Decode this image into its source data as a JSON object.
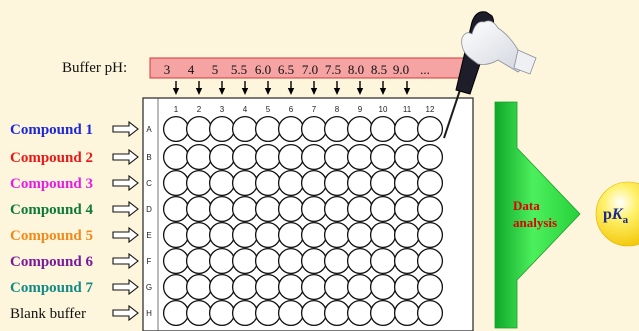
{
  "buffer_label": "Buffer pH:",
  "ph_values": [
    "3",
    "4",
    "5",
    "5.5",
    "6.0",
    "6.5",
    "7.0",
    "7.5",
    "8.0",
    "8.5",
    "9.0",
    "..."
  ],
  "column_numbers": [
    "1",
    "2",
    "3",
    "4",
    "5",
    "6",
    "7",
    "8",
    "9",
    "10",
    "11",
    "12"
  ],
  "row_letters": [
    "A",
    "B",
    "C",
    "D",
    "E",
    "F",
    "G",
    "H"
  ],
  "rows": [
    {
      "label": "Compound 1",
      "color": "#1c28d8"
    },
    {
      "label": "Compound 2",
      "color": "#e81818"
    },
    {
      "label": "Compound 3",
      "color": "#e81ce0"
    },
    {
      "label": "Compound 4",
      "color": "#0e7a3a"
    },
    {
      "label": "Compound 5",
      "color": "#f08a18"
    },
    {
      "label": "Compound 6",
      "color": "#7a1a9a"
    },
    {
      "label": "Compound 7",
      "color": "#138a86"
    },
    {
      "label": "Blank buffer",
      "color": "#111111"
    }
  ],
  "data_analysis": [
    "Data",
    "analysis"
  ],
  "pka": {
    "p": "p",
    "K": "K",
    "a": "a"
  },
  "colors": {
    "background": "#fdf6dc",
    "ph_bar": "#f6a3a3",
    "green_arrow": "#34e040",
    "pka_ball": "#ffe81a"
  },
  "icons": {
    "row_arrow": "outline-right-arrow-icon",
    "pipette": "multichannel-pipette-icon"
  }
}
